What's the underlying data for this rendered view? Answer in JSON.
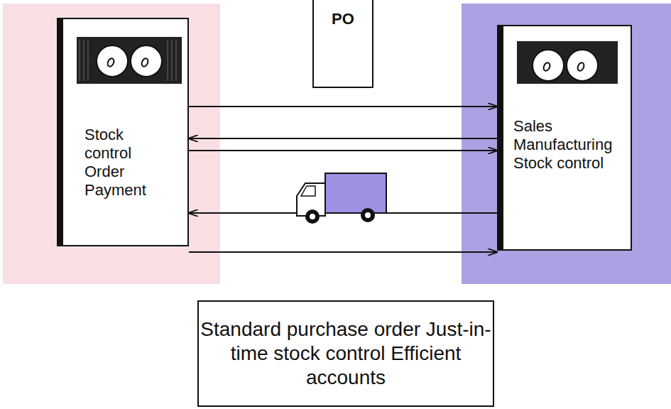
{
  "diagram": {
    "nodes": [
      {
        "text": [
          "Stock control Order Payment"
        ]
      },
      {
        "text": [
          "PO"
        ]
      },
      {
        "text": [
          "Sales Manufacturing Stock control"
        ]
      },
      {
        "text": [
          "Standard purchase order Just-in-time stock control Efficient accounts"
        ]
      }
    ],
    "edges": [
      {
        "from": 0,
        "to": 2,
        "arrow": "to"
      },
      {
        "from": 2,
        "to": 0,
        "arrow": "to"
      },
      {
        "from": 0,
        "to": 2,
        "arrow": "to"
      },
      {
        "from": 2,
        "to": 0,
        "arrow": "to"
      },
      {
        "from": 0,
        "to": 2,
        "arrow": "to"
      }
    ]
  }
}
